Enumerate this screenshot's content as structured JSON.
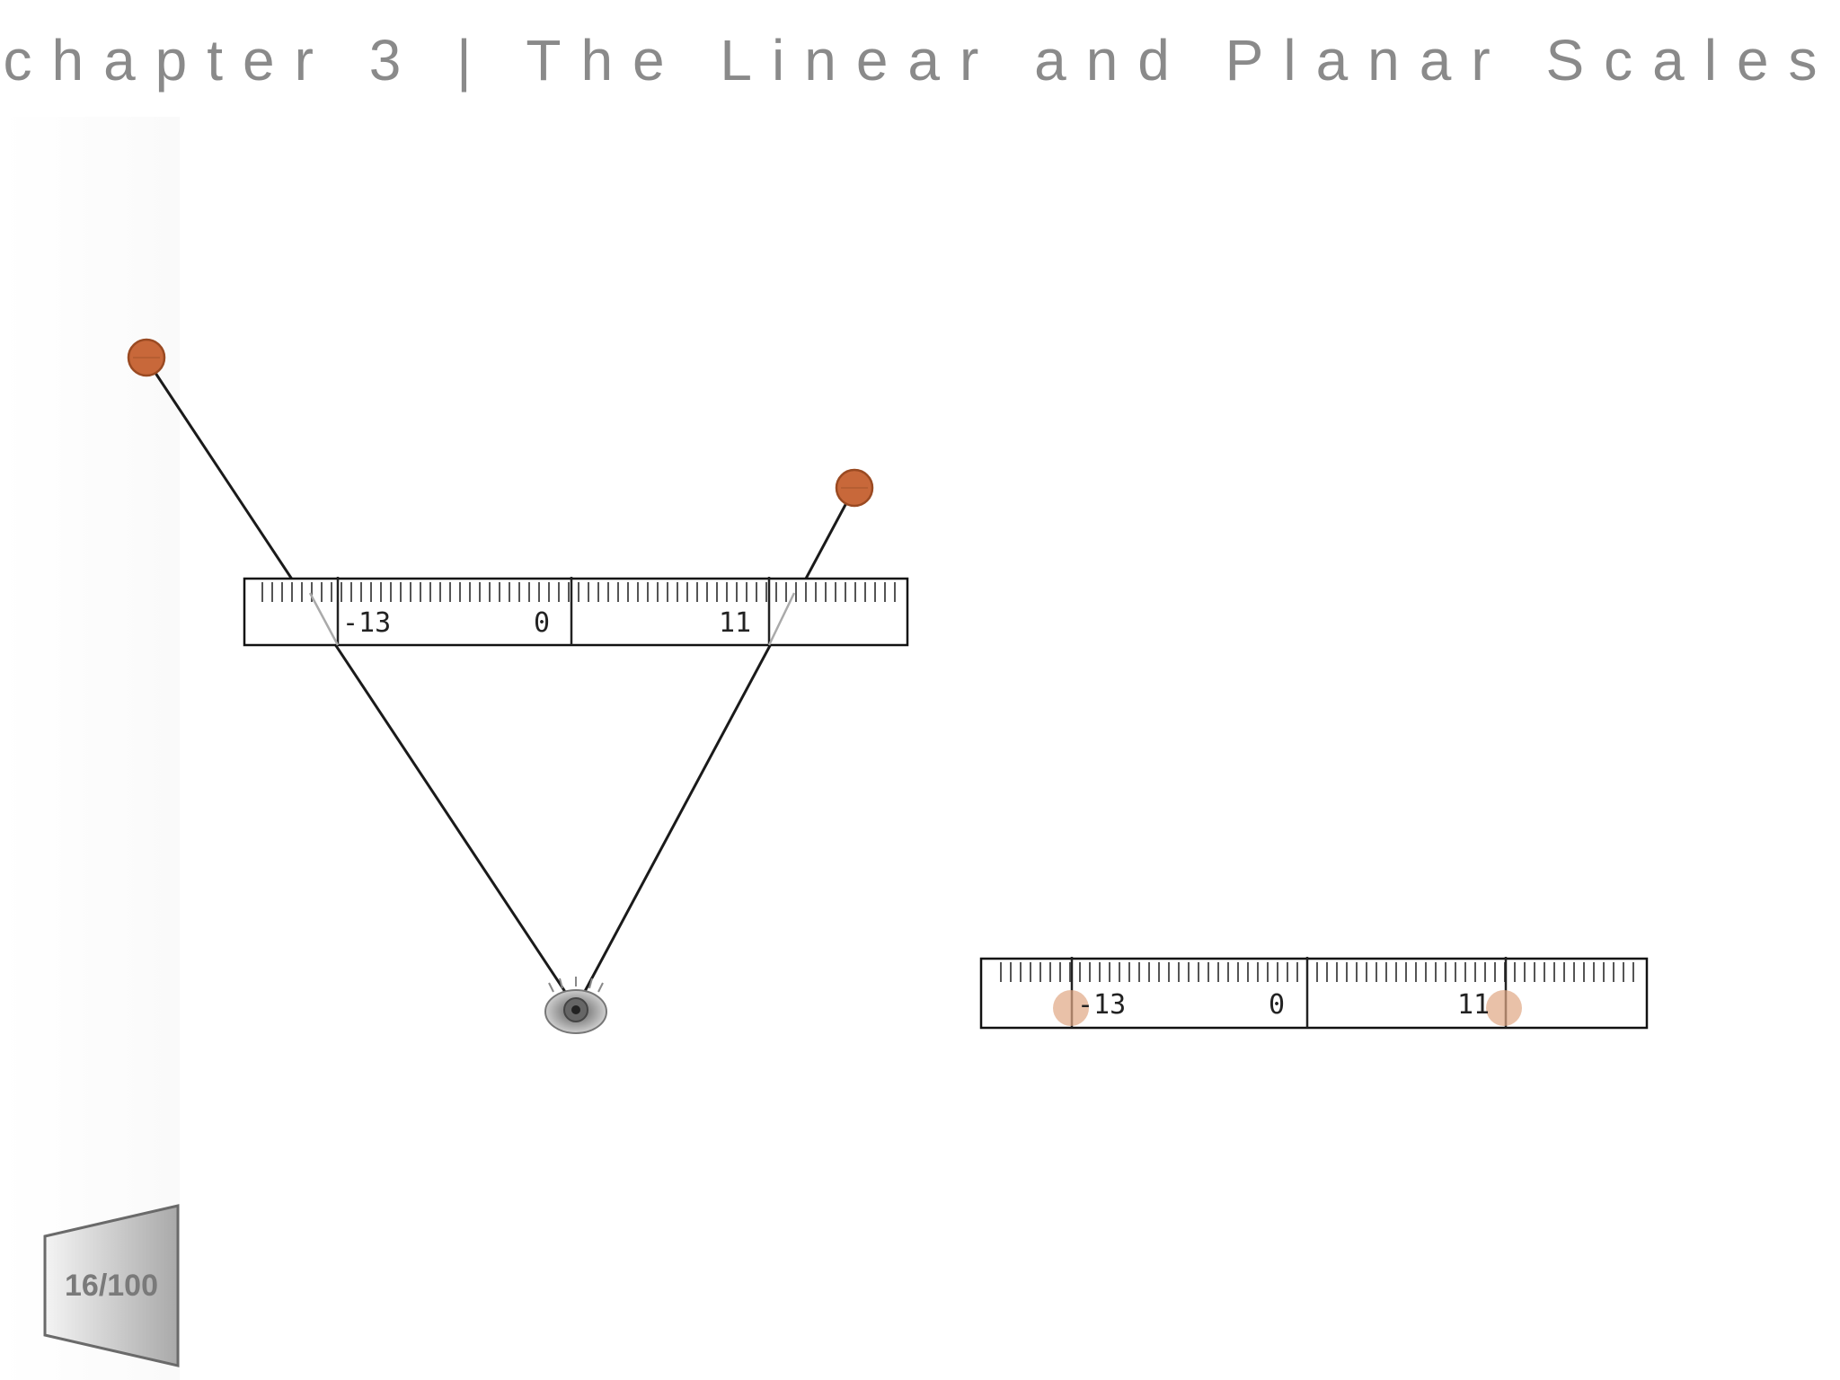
{
  "header": {
    "title": "chapter 3 | The Linear and Planar Scales"
  },
  "diagram": {
    "ruler_left_label": "-13",
    "ruler_zero_label": "0",
    "ruler_right_label": "11"
  },
  "projection": {
    "ruler_left_label": "-13",
    "ruler_zero_label": "0",
    "ruler_right_label": "11"
  },
  "navigation": {
    "page_counter": "16/100"
  },
  "colors": {
    "ball_fill": "#c8683a",
    "ball_stroke": "#9a4a22",
    "projected_dot": "#e0a683",
    "line": "#1a1a1a",
    "title": "#8a8a8a"
  },
  "icons": {
    "observer": "eye-icon",
    "object_points": "orange-ball"
  }
}
